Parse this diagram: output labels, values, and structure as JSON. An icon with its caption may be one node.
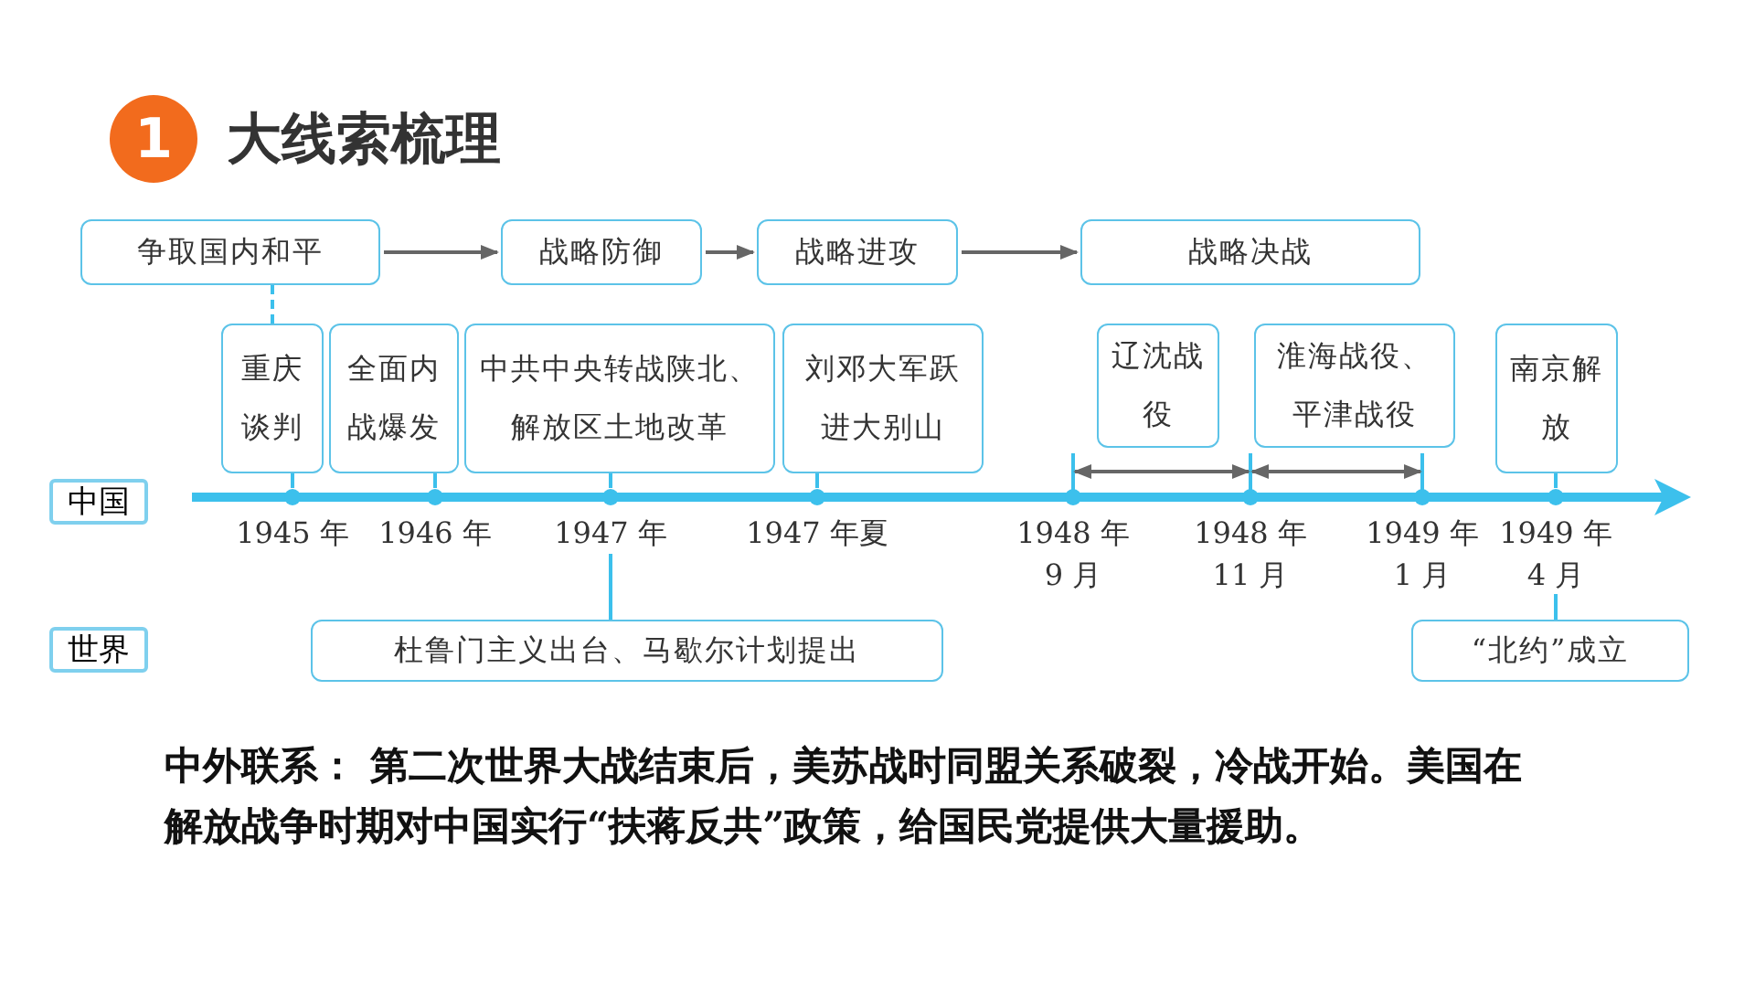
{
  "diagram": {
    "title": "大线索梳理",
    "nodes": [
      {
        "text": [
          "争取国内和平"
        ]
      },
      {
        "text": [
          "战略防御"
        ]
      },
      {
        "text": [
          "战略进攻"
        ]
      },
      {
        "text": [
          "战略决战"
        ]
      },
      {
        "text": [
          "重庆谈判"
        ]
      },
      {
        "text": [
          "全面内战爆发"
        ]
      },
      {
        "text": [
          "中共中央转战陕北、解放区土地改革"
        ]
      },
      {
        "text": [
          "刘邓大军跃进大别山"
        ]
      },
      {
        "text": [
          "辽沈战役"
        ]
      },
      {
        "text": [
          "淮海战役、平津战役"
        ]
      },
      {
        "text": [
          "南京解放"
        ]
      },
      {
        "text": [
          "中国"
        ]
      },
      {
        "text": [
          "世界"
        ]
      },
      {
        "text": [
          "杜鲁门主义出台、马歇尔计划提出"
        ]
      },
      {
        "text": [
          "“北约”成立"
        ]
      },
      {
        "text": [],
        "shape": "circle",
        "beside": [
          "1945 年"
        ]
      },
      {
        "text": [],
        "shape": "circle",
        "beside": [
          "1946 年"
        ]
      },
      {
        "text": [],
        "shape": "circle",
        "beside": [
          "1947 年"
        ]
      },
      {
        "text": [],
        "shape": "circle",
        "beside": [
          "1947 年夏"
        ]
      },
      {
        "text": [],
        "shape": "circle",
        "beside": [
          "1948 年 9 月"
        ]
      },
      {
        "text": [],
        "shape": "circle",
        "beside": [
          "1948 年 11 月"
        ]
      },
      {
        "text": [],
        "shape": "circle",
        "beside": [
          "1949 年 1 月"
        ]
      },
      {
        "text": [],
        "shape": "circle",
        "beside": [
          "1949 年 4 月"
        ]
      }
    ],
    "edges": [
      {
        "from": 0,
        "to": 1,
        "arrow": "to",
        "color": "#666666"
      },
      {
        "from": 1,
        "to": 2,
        "arrow": "to",
        "color": "#666666"
      },
      {
        "from": 2,
        "to": 3,
        "arrow": "to",
        "color": "#666666"
      },
      {
        "from": 0,
        "to": 4,
        "arrow": "none",
        "style": "dashed"
      },
      {
        "from": 4,
        "to": 15,
        "arrow": "none"
      },
      {
        "from": 5,
        "to": 16,
        "arrow": "none"
      },
      {
        "from": 6,
        "to": 17,
        "arrow": "none"
      },
      {
        "from": 7,
        "to": 18,
        "arrow": "none"
      },
      {
        "from": 10,
        "to": 22,
        "arrow": "none"
      },
      {
        "from": 17,
        "to": 13,
        "arrow": "none"
      },
      {
        "from": 22,
        "to": 14,
        "arrow": "none"
      },
      {
        "from": 19,
        "to": 20,
        "arrow": "both",
        "color": "#666666"
      },
      {
        "from": 20,
        "to": 21,
        "arrow": "both",
        "color": "#666666"
      }
    ],
    "labels": [
      "1",
      "**中外联系：** 第二次世界大战结束后，美苏战时同盟关系破裂，冷战开始。美国在解放战争时期对中国实行“扶蒋反共”政策，给国民党提供大量援助。"
    ]
  }
}
